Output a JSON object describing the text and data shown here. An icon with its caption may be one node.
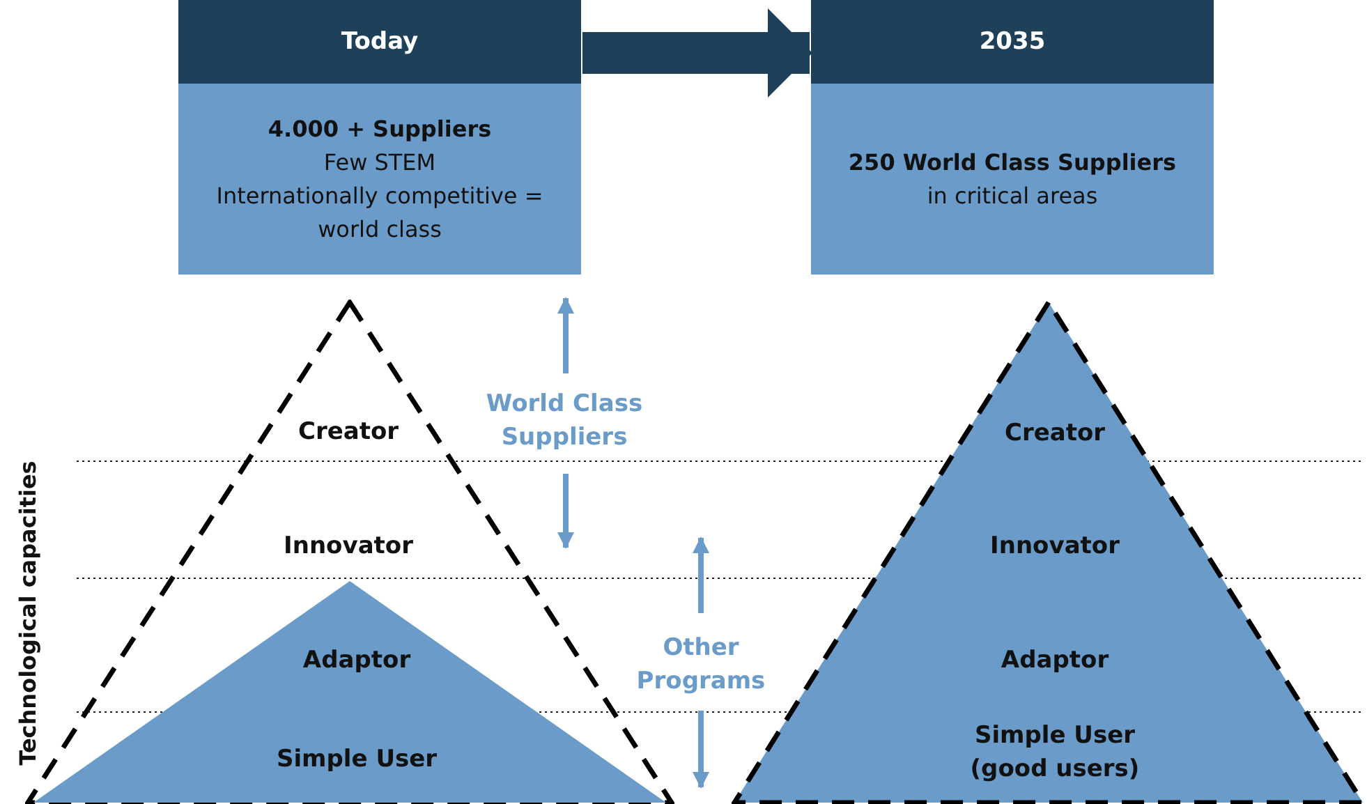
{
  "diagram": {
    "nodes": [
      {
        "text": [
          "Today",
          "4.000 + Suppliers",
          "Few STEM",
          "Internationally competitive = world class"
        ]
      },
      {
        "text": [
          "2035",
          "250 World Class Suppliers",
          "in critical areas"
        ]
      },
      {
        "text": [
          "Creator",
          "Innovator"
        ]
      },
      {
        "text": [
          "Adaptor",
          "Simple User"
        ],
        "in": 2
      },
      {
        "text": [
          "Creator",
          "Innovator",
          "Adaptor",
          "Simple User (good users)"
        ]
      }
    ],
    "edges": [
      {
        "from": 0,
        "to": 1,
        "arrow": "to"
      }
    ],
    "labels": [
      "World Class Suppliers",
      "Other Programs",
      "Technological capacities"
    ]
  }
}
